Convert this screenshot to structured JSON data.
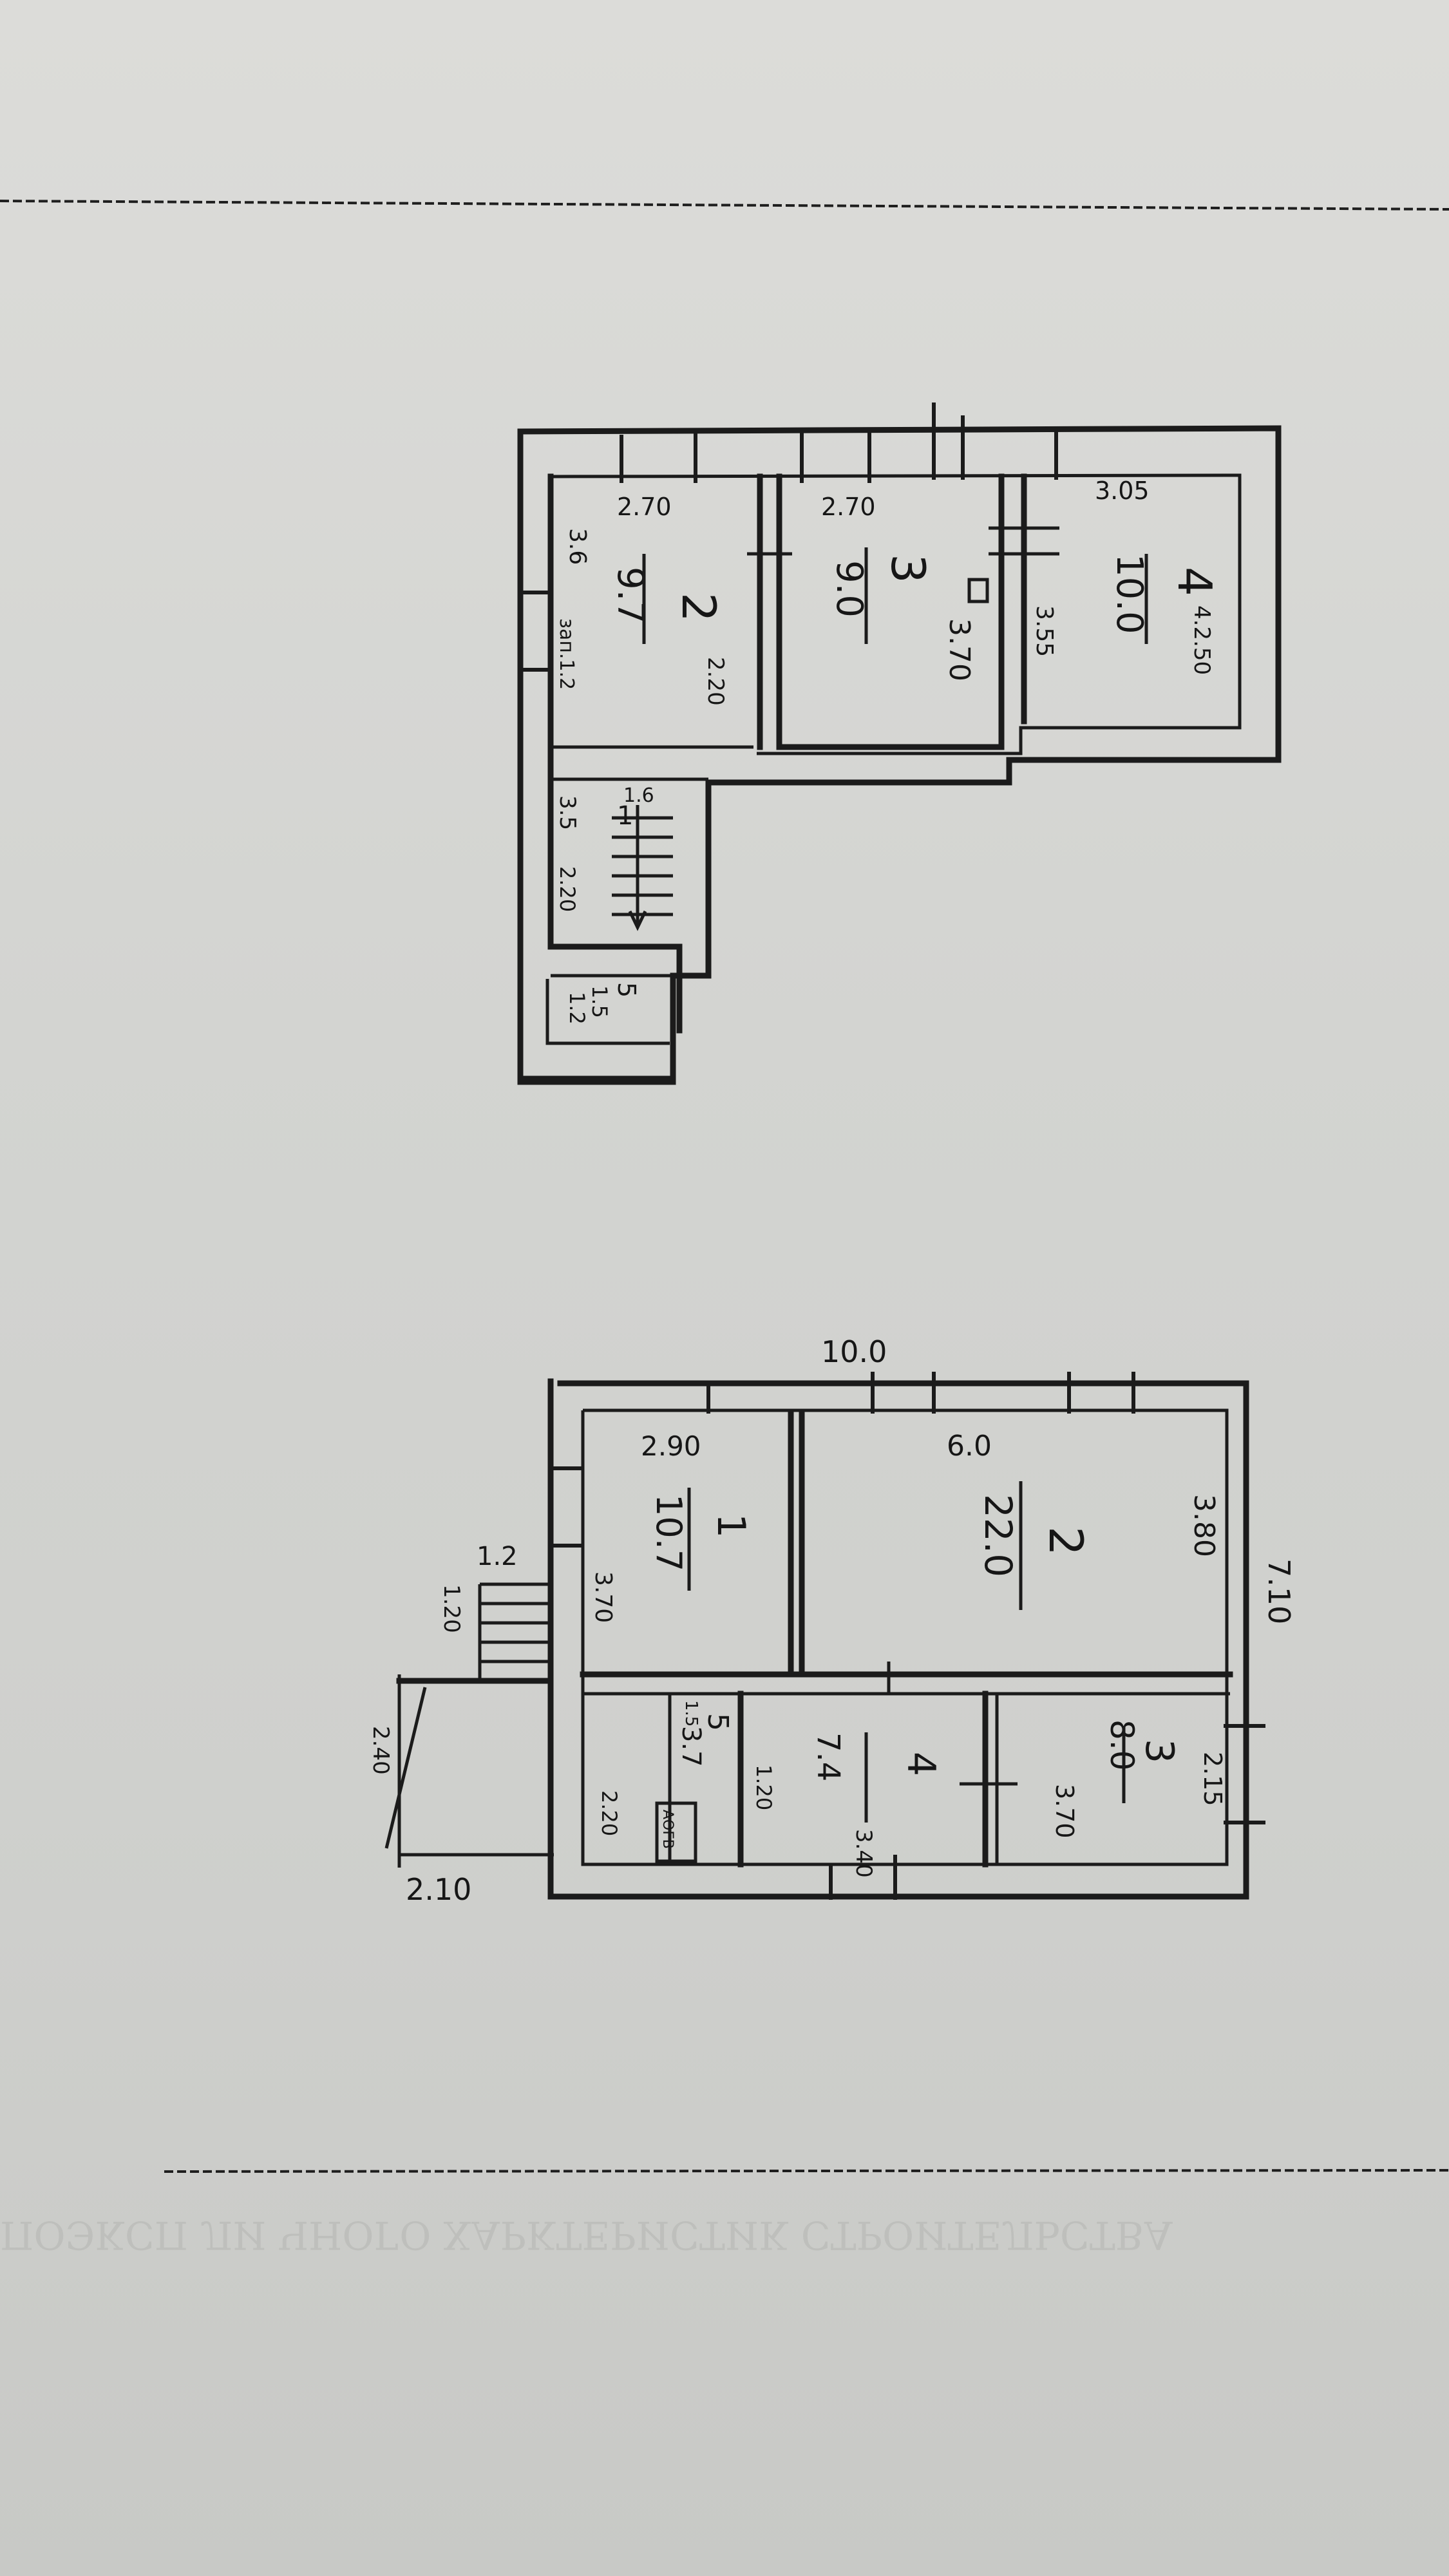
{
  "upper_plan": {
    "rooms": [
      {
        "number": "2",
        "area": "9.7",
        "width": "2.70",
        "depth": "3.6",
        "extra": "2.20",
        "note": "зап.1.2"
      },
      {
        "number": "3",
        "area": "9.0",
        "width": "2.70",
        "extra": "3.70"
      },
      {
        "number": "4",
        "area": "10.0",
        "width": "3.05",
        "depth": "3.55",
        "extra": "4.2.50"
      }
    ],
    "stair": {
      "number": "1",
      "width": "1.6",
      "depth": "3.5",
      "extra": "2.20"
    },
    "porch": {
      "number": "5",
      "width": "1.2",
      "depth": "1.5"
    }
  },
  "lower_plan": {
    "overall_width": "10.0",
    "overall_depth": "7.10",
    "rooms": [
      {
        "number": "1",
        "area": "10.7",
        "width": "2.90",
        "depth": "3.70"
      },
      {
        "number": "2",
        "area": "22.0",
        "width": "6.0",
        "depth": "3.80"
      },
      {
        "number": "3",
        "area": "8.0",
        "width": "3.70",
        "depth": "2.15"
      },
      {
        "number": "4",
        "area": "7.4",
        "width": "3.40",
        "depth": "1.20"
      },
      {
        "number": "5",
        "area": "3.7",
        "width": "1.5",
        "depth": "2.20"
      }
    ],
    "boiler": "АОГВ",
    "stair": {
      "width": "1.2",
      "depth": "1.20"
    },
    "porch": {
      "depth": "2.40",
      "width": "2.10"
    }
  }
}
